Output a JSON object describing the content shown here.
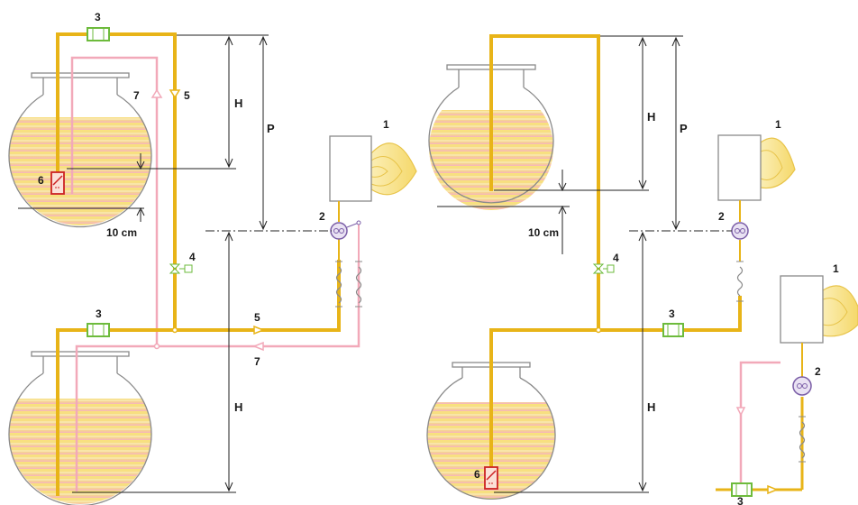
{
  "colors": {
    "supply_pipe": "#e8b418",
    "return_pipe": "#f2a9b9",
    "oil_top": "#f6dc6e",
    "oil_bottom": "#f5b4b9",
    "filter": "#6dbb3c",
    "foot_valve": "#cc2222",
    "pump": "#7b5ea7",
    "burner_flame": "#f5e39a"
  },
  "icons": [
    "tank-icon",
    "burner-icon",
    "pump-icon",
    "filter-icon",
    "valve-icon",
    "foot-valve-icon",
    "flexible-hose-icon",
    "flow-arrow-icon"
  ],
  "labels": {
    "burner": "1",
    "pump": "2",
    "filter": "3",
    "valve": "4",
    "supply": "5",
    "foot_valve": "6",
    "return": "7",
    "height": "H",
    "pressure": "P",
    "clearance": "10 cm"
  }
}
